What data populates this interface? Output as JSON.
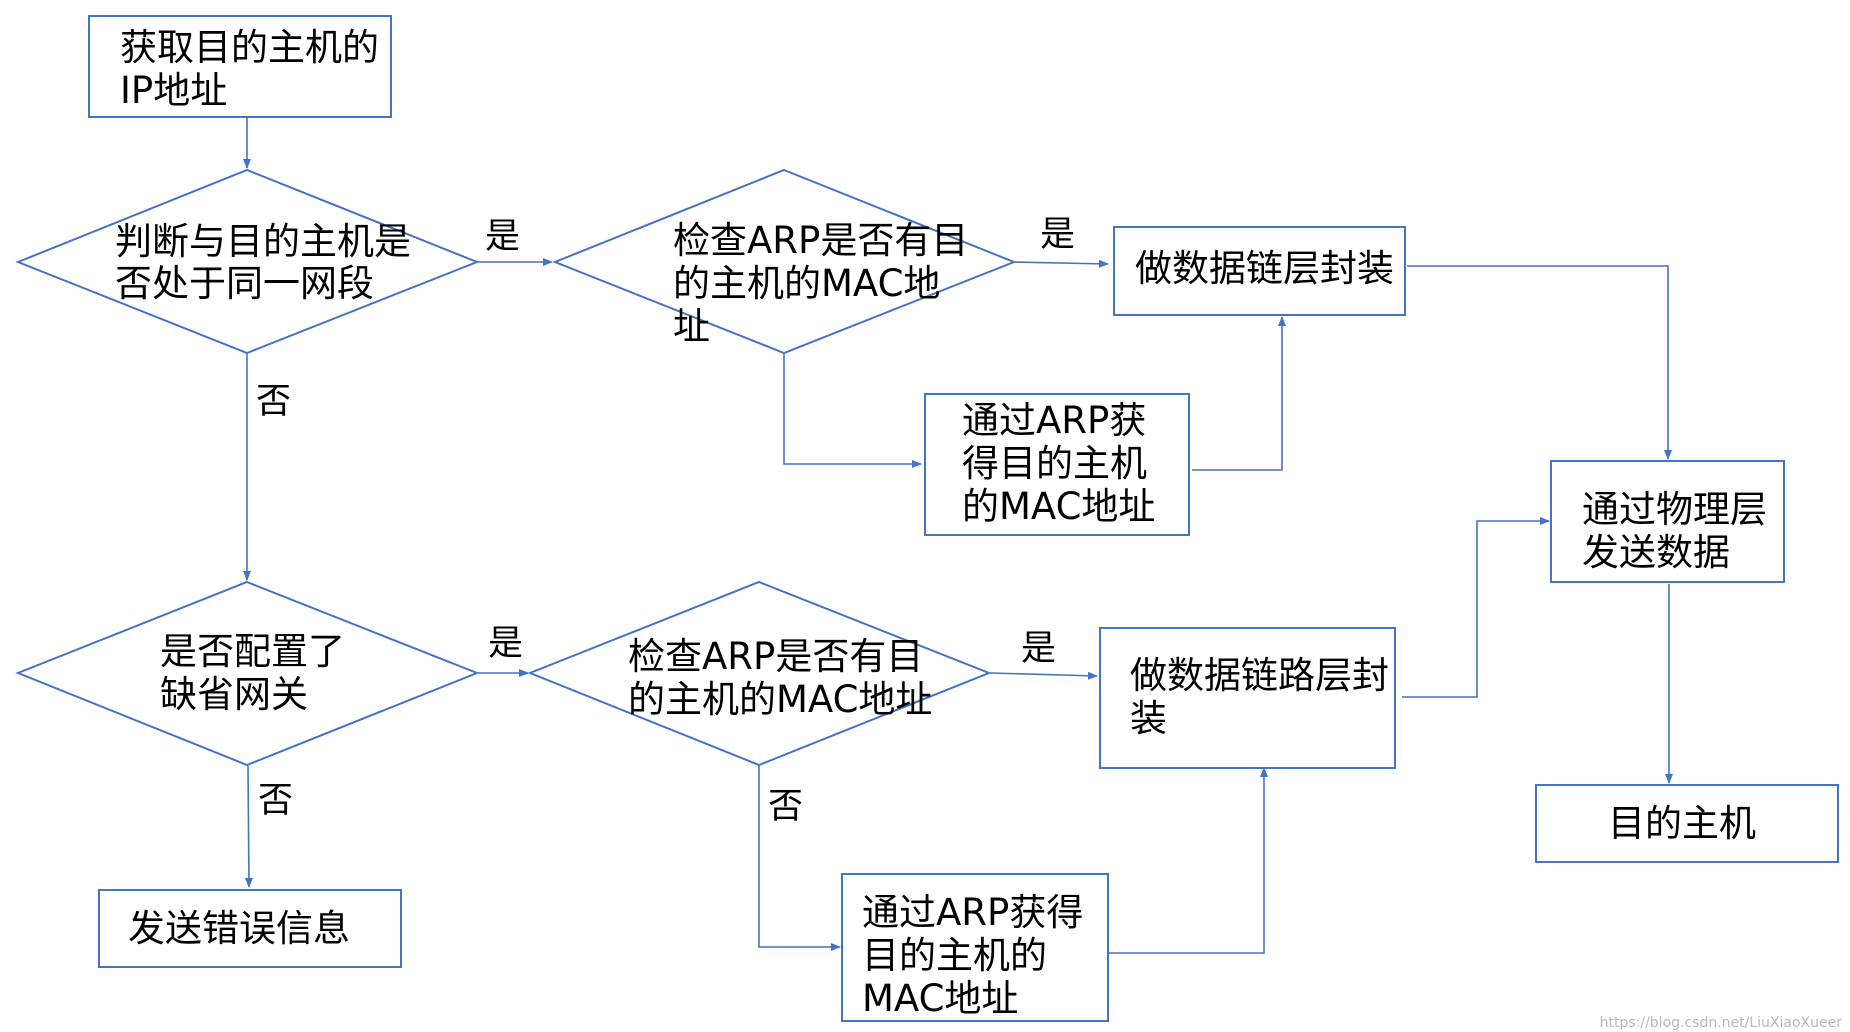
{
  "nodes": {
    "get_ip": {
      "lines": [
        "获取目的主机的",
        "IP地址"
      ]
    },
    "same_segment": {
      "lines": [
        "判断与目的主机是",
        "否处于同一网段"
      ]
    },
    "check_arp_1": {
      "lines": [
        "检查ARP是否有目",
        "的主机的MAC地",
        "址"
      ]
    },
    "encap_1": {
      "lines": [
        "做数据链层封装"
      ]
    },
    "arp_get_1": {
      "lines": [
        "通过ARP获",
        "得目的主机",
        "的MAC地址"
      ]
    },
    "send_physical": {
      "lines": [
        "通过物理层",
        "发送数据"
      ]
    },
    "dest_host": {
      "lines": [
        "目的主机"
      ]
    },
    "default_gw": {
      "lines": [
        "是否配置了",
        "缺省网关"
      ]
    },
    "check_arp_2": {
      "lines": [
        "检查ARP是否有目",
        "的主机的MAC地址"
      ]
    },
    "encap_2": {
      "lines": [
        "做数据链路层封",
        "装"
      ]
    },
    "arp_get_2": {
      "lines": [
        "通过ARP获得",
        "目的主机的",
        "MAC地址"
      ]
    },
    "send_error": {
      "lines": [
        "发送错误信息"
      ]
    }
  },
  "edge_labels": {
    "yes_1": "是",
    "yes_2": "是",
    "no_1": "否",
    "yes_3": "是",
    "yes_4": "是",
    "no_2": "否",
    "no_3": "否"
  },
  "watermark": "https://blog.csdn.net/LiuXiaoXueer",
  "colors": {
    "stroke": "#4472C4",
    "text": "#000000",
    "background": "#ffffff"
  }
}
